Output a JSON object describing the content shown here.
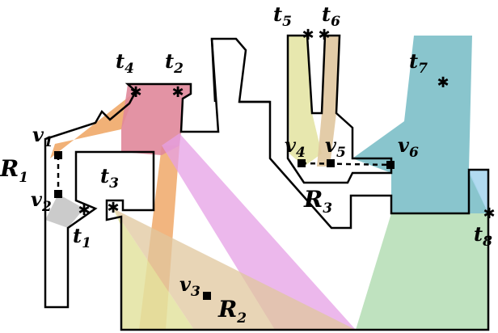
{
  "regions": [
    {
      "main": "R",
      "sub": "1"
    },
    {
      "main": "R",
      "sub": "2"
    },
    {
      "main": "R",
      "sub": "3"
    }
  ],
  "guards": [
    {
      "main": "t",
      "sub": "1"
    },
    {
      "main": "t",
      "sub": "2"
    },
    {
      "main": "t",
      "sub": "3"
    },
    {
      "main": "t",
      "sub": "4"
    },
    {
      "main": "t",
      "sub": "5"
    },
    {
      "main": "t",
      "sub": "6"
    },
    {
      "main": "t",
      "sub": "7"
    },
    {
      "main": "t",
      "sub": "8"
    }
  ],
  "vertices": [
    {
      "main": "v",
      "sub": "1"
    },
    {
      "main": "v",
      "sub": "2"
    },
    {
      "main": "v",
      "sub": "3"
    },
    {
      "main": "v",
      "sub": "4"
    },
    {
      "main": "v",
      "sub": "5"
    },
    {
      "main": "v",
      "sub": "6"
    }
  ],
  "colors": {
    "orange": "#f0a868",
    "pink": "#e0879a",
    "magenta": "#e6a0e6",
    "olive": "#e3e3a0",
    "tan": "#e0c79e",
    "teal": "#7cbfc8",
    "green": "#b8dfb8",
    "lightblue": "#a8d6ee",
    "gray": "#c8c8c8",
    "outline": "#000000"
  }
}
